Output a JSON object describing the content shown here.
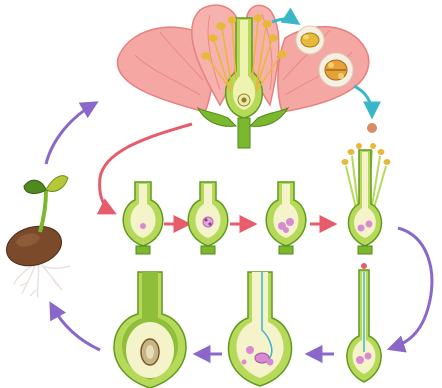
{
  "diagram": {
    "type": "life-cycle",
    "stages": [
      {
        "id": "flower",
        "label": ""
      },
      {
        "id": "pollen-grains",
        "label": ""
      },
      {
        "id": "pollen-landing-on-stigma",
        "label": ""
      },
      {
        "id": "ovary-stage-1",
        "label": ""
      },
      {
        "id": "ovary-stage-2",
        "label": ""
      },
      {
        "id": "ovary-stage-3",
        "label": ""
      },
      {
        "id": "pistil-with-stamens",
        "label": ""
      },
      {
        "id": "pollen-tube-growth",
        "label": ""
      },
      {
        "id": "fertilized-ovary",
        "label": ""
      },
      {
        "id": "developing-seed-fruit",
        "label": ""
      },
      {
        "id": "germinating-seed",
        "label": ""
      }
    ],
    "colors": {
      "petal": "#f5a7a4",
      "petal_edge": "#e7807f",
      "ovary_fill": "#b7d95a",
      "ovary_edge": "#5f9a1e",
      "ovary_inner": "#f4f3c9",
      "stamen": "#e6b93a",
      "ovule": "#d98ad3",
      "arrow_red": "#e85b6a",
      "arrow_purple": "#8a67c8",
      "arrow_teal": "#3bb6c9",
      "seed_brown": "#7a4a2a",
      "root": "#e9e2df"
    }
  }
}
